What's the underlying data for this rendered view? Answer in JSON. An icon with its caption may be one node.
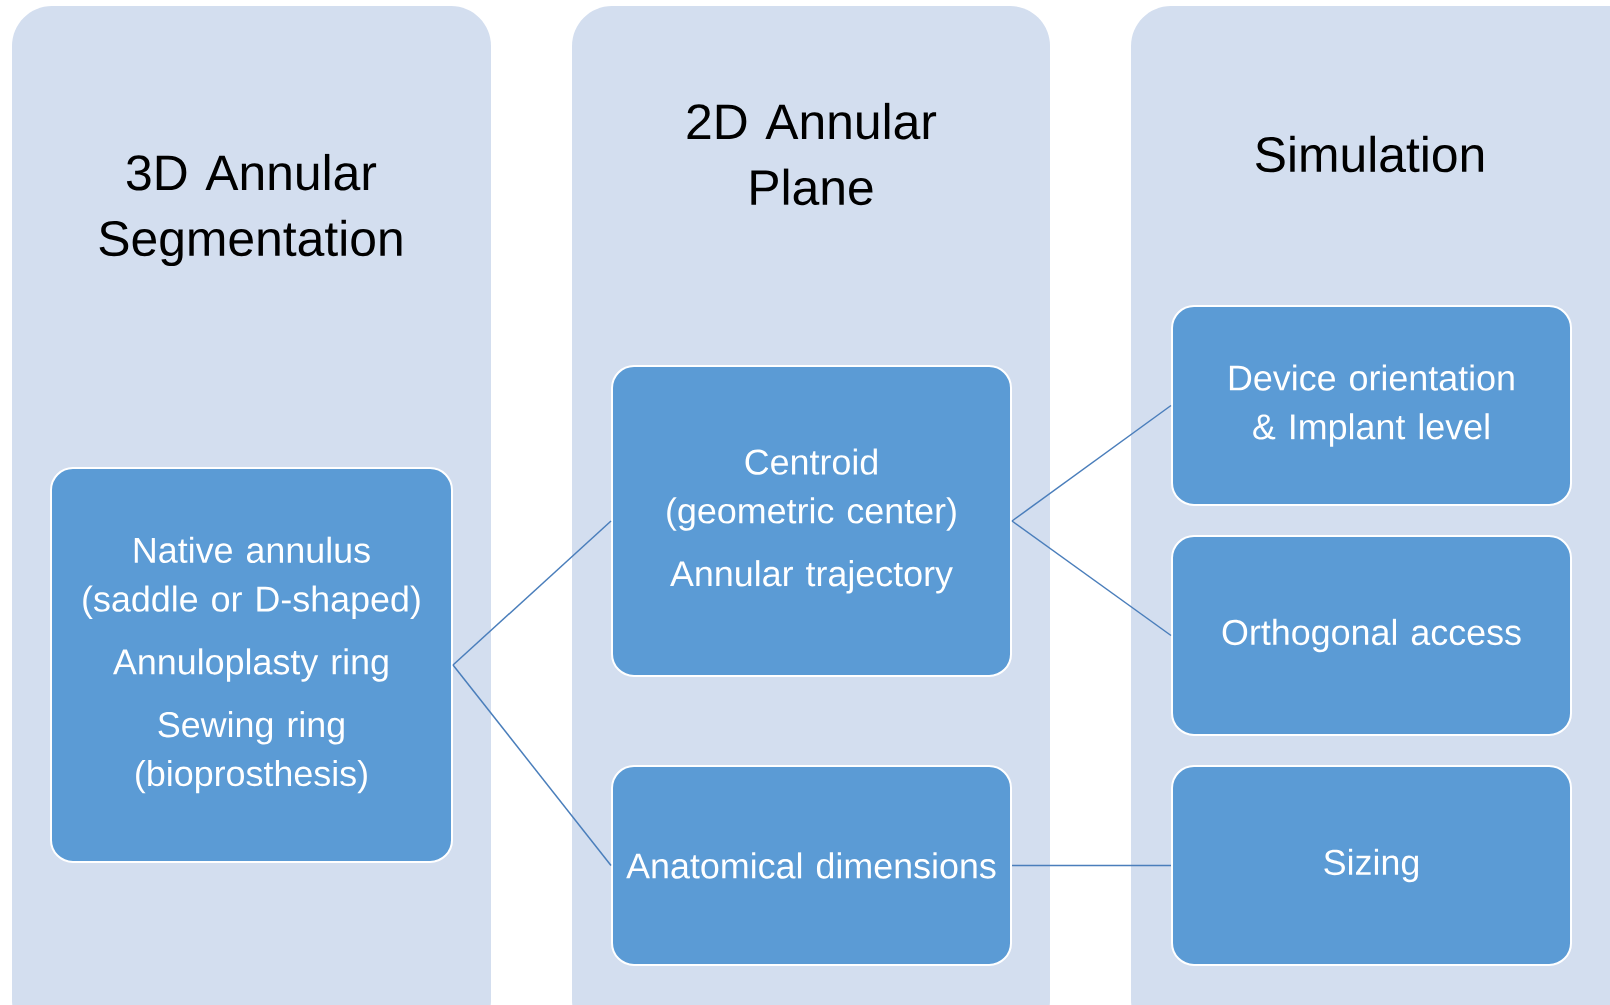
{
  "diagram": {
    "nodes": [
      {
        "text": [
          "3D Annular Segmentation"
        ]
      },
      {
        "text": [
          "2D Annular Plane"
        ]
      },
      {
        "text": [
          "Simulation"
        ]
      },
      {
        "text": [
          "Native annulus (saddle or D-shaped)",
          "Annuloplasty ring",
          "Sewing ring (bioprosthesis)"
        ],
        "in": 0
      },
      {
        "text": [
          "Centroid (geometric center)",
          "Annular trajectory"
        ],
        "in": 1
      },
      {
        "text": [
          "Anatomical dimensions"
        ],
        "in": 1
      },
      {
        "text": [
          "Device orientation & Implant level"
        ],
        "in": 2
      },
      {
        "text": [
          "Orthogonal access"
        ],
        "in": 2
      },
      {
        "text": [
          "Sizing"
        ],
        "in": 2
      }
    ],
    "edges": [
      {
        "from": 3,
        "to": 4,
        "arrow": "none"
      },
      {
        "from": 3,
        "to": 5,
        "arrow": "none"
      },
      {
        "from": 4,
        "to": 6,
        "arrow": "none"
      },
      {
        "from": 4,
        "to": 7,
        "arrow": "none"
      },
      {
        "from": 5,
        "to": 8,
        "arrow": "none"
      }
    ]
  }
}
